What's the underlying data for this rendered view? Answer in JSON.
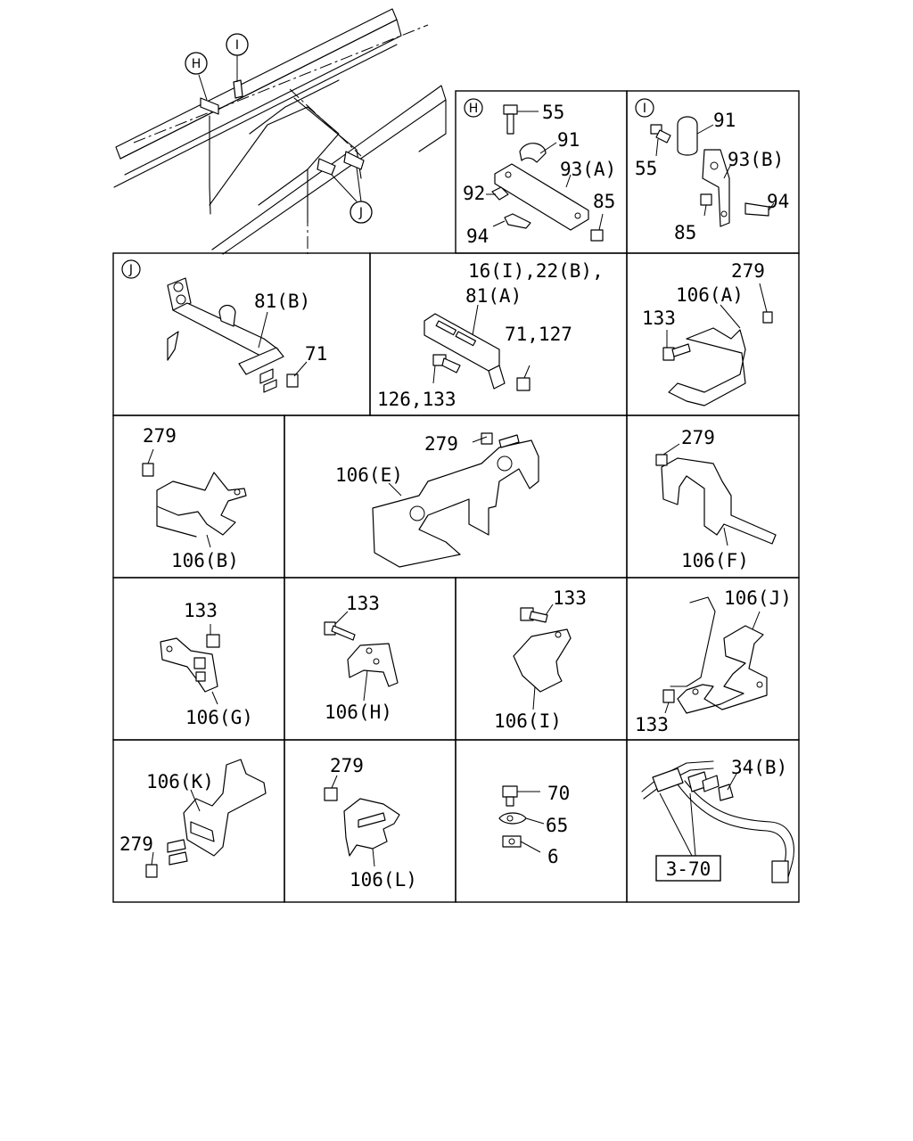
{
  "markers": {
    "H": "H",
    "I": "I",
    "J": "J"
  },
  "labels": {
    "h_55": "55",
    "h_91": "91",
    "h_93a": "93(A)",
    "h_92": "92",
    "h_85": "85",
    "h_94": "94",
    "i_91": "91",
    "i_55": "55",
    "i_93b": "93(B)",
    "i_94": "94",
    "i_85": "85",
    "j_81b": "81(B)",
    "j_71": "71",
    "m_line1": "16(I),22(B),",
    "m_line2": "81(A)",
    "m_71_127": "71,127",
    "m_126_133": "126,133",
    "r_279": "279",
    "r_106a": "106(A)",
    "r_133": "133",
    "b_279": "279",
    "b_106b": "106(B)",
    "e_279": "279",
    "e_106e": "106(E)",
    "f_279": "279",
    "f_106f": "106(F)",
    "g_133": "133",
    "g_106g": "106(G)",
    "hh_133": "133",
    "hh_106h": "106(H)",
    "ii_133": "133",
    "ii_106i": "106(I)",
    "jj_106j": "106(J)",
    "jj_133": "133",
    "k_106k": "106(K)",
    "k_279": "279",
    "l_279": "279",
    "l_106l": "106(L)",
    "s_70": "70",
    "s_65": "65",
    "s_6": "6",
    "p_34b": "34(B)",
    "p_ref": "3-70"
  }
}
